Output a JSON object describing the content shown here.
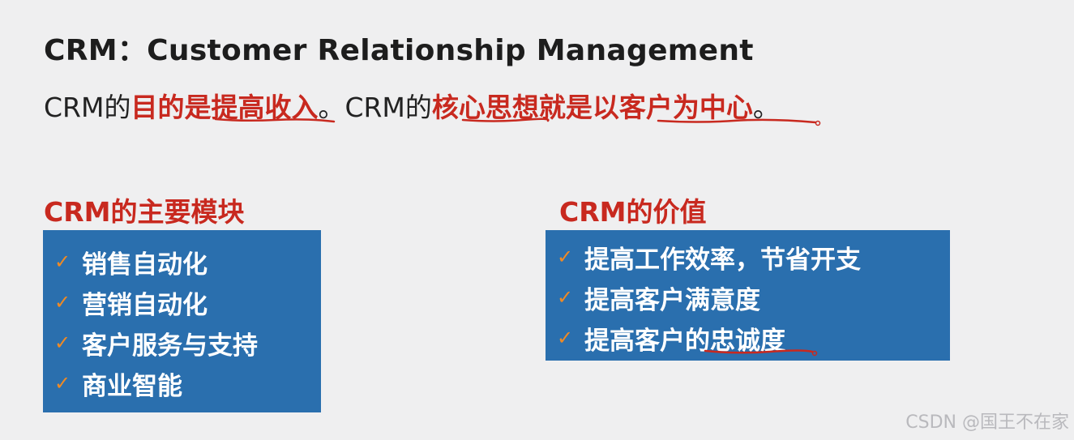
{
  "title": "CRM：Customer Relationship Management",
  "sentence": {
    "part1": "CRM的",
    "part2": "目的是提高收入",
    "part3": "。CRM的",
    "part4": "核心思想就是以客户为中心",
    "part5": "。"
  },
  "modules": {
    "heading": "CRM的主要模块",
    "items": [
      "销售自动化",
      "营销自动化",
      "客户服务与支持",
      "商业智能"
    ]
  },
  "value": {
    "heading": "CRM的价值",
    "items": [
      "提高工作效率，节省开支",
      "提高客户满意度",
      "提高客户的忠诚度"
    ]
  },
  "icons": {
    "check": "checkmark-icon"
  },
  "colors": {
    "accent_red": "#c8291f",
    "box_blue": "#2a6fae",
    "check_orange": "#f08a24"
  },
  "watermark": "CSDN @国王不在家"
}
